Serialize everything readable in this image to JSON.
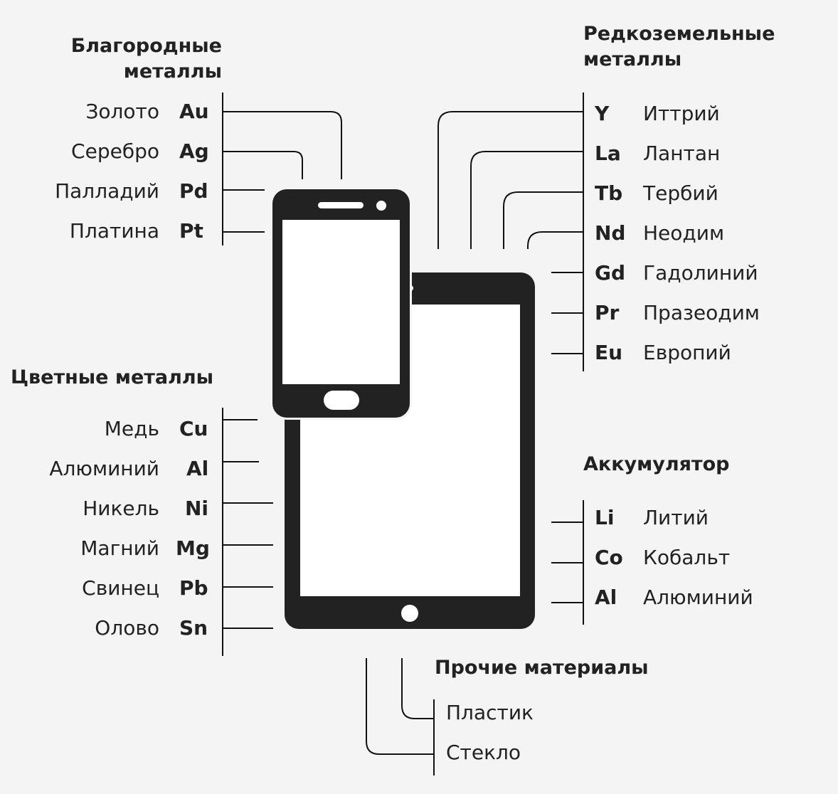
{
  "noble": {
    "title1": "Благородные",
    "title2": "металлы",
    "items": [
      {
        "name": "Золото",
        "symbol": "Au"
      },
      {
        "name": "Серебро",
        "symbol": "Ag"
      },
      {
        "name": "Палладий",
        "symbol": "Pd"
      },
      {
        "name": "Платина",
        "symbol": "Pt"
      }
    ]
  },
  "nonferrous": {
    "title": "Цветные металлы",
    "items": [
      {
        "name": "Медь",
        "symbol": "Cu"
      },
      {
        "name": "Алюминий",
        "symbol": "Al"
      },
      {
        "name": "Никель",
        "symbol": "Ni"
      },
      {
        "name": "Магний",
        "symbol": "Mg"
      },
      {
        "name": "Свинец",
        "symbol": "Pb"
      },
      {
        "name": "Олово",
        "symbol": "Sn"
      }
    ]
  },
  "rare_earth": {
    "title1": "Редкоземельные",
    "title2": "металлы",
    "items": [
      {
        "name": "Иттрий",
        "symbol": "Y"
      },
      {
        "name": "Лантан",
        "symbol": "La"
      },
      {
        "name": "Тербий",
        "symbol": "Tb"
      },
      {
        "name": "Неодим",
        "symbol": "Nd"
      },
      {
        "name": "Гадолиний",
        "symbol": "Gd"
      },
      {
        "name": "Празеодим",
        "symbol": "Pr"
      },
      {
        "name": "Европий",
        "symbol": "Eu"
      }
    ]
  },
  "battery": {
    "title": "Аккумулятор",
    "items": [
      {
        "name": "Литий",
        "symbol": "Li"
      },
      {
        "name": "Кобальт",
        "symbol": "Co"
      },
      {
        "name": "Алюминий",
        "symbol": "Al"
      }
    ]
  },
  "other": {
    "title": "Прочие материалы",
    "items": [
      {
        "name": "Пластик"
      },
      {
        "name": "Стекло"
      }
    ]
  },
  "colors": {
    "background": "#f4f4f4",
    "device": "#222222",
    "screen": "#ffffff"
  }
}
